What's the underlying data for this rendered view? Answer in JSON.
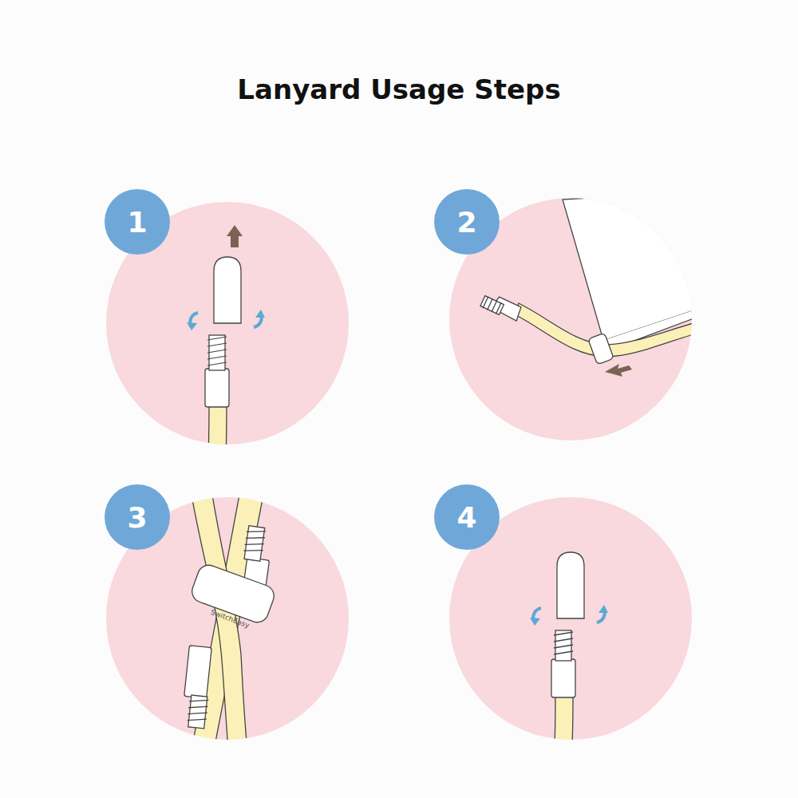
{
  "diagram": {
    "title": "Lanyard Usage Steps",
    "nodes": [
      {
        "text": [
          "1"
        ]
      },
      {
        "text": [
          "2"
        ]
      },
      {
        "text": [
          "3"
        ]
      },
      {
        "text": [
          "4"
        ]
      }
    ],
    "labels": [
      "SwitchEasy"
    ]
  }
}
